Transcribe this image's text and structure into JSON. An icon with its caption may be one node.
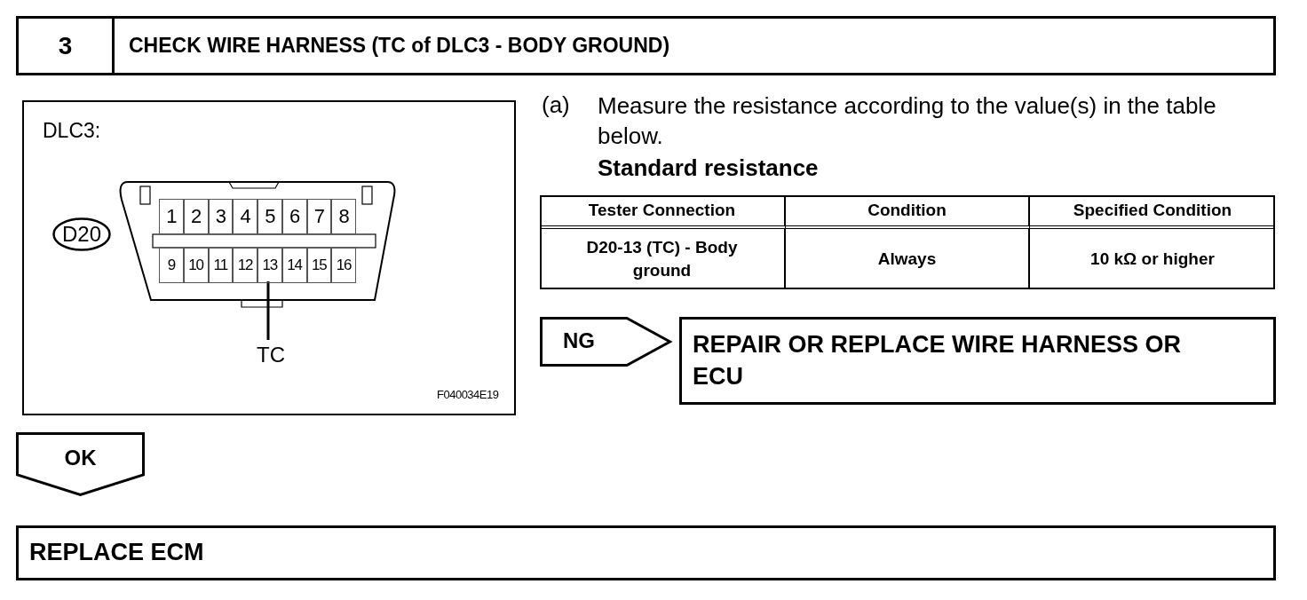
{
  "diagram": {
    "nodes": [
      {
        "text": [
          "3",
          "CHECK WIRE HARNESS (TC of DLC3 - BODY GROUND)"
        ]
      },
      {
        "text": [
          "DLC3:"
        ]
      },
      {
        "text": [
          "D20"
        ],
        "in": 1
      },
      {
        "text": [],
        "shape": "connector",
        "in": 1
      },
      {
        "text": [
          "1"
        ],
        "in": 3
      },
      {
        "text": [
          "2"
        ],
        "in": 3
      },
      {
        "text": [
          "3"
        ],
        "in": 3
      },
      {
        "text": [
          "4"
        ],
        "in": 3
      },
      {
        "text": [
          "5"
        ],
        "in": 3
      },
      {
        "text": [
          "6"
        ],
        "in": 3
      },
      {
        "text": [
          "7"
        ],
        "in": 3
      },
      {
        "text": [
          "8"
        ],
        "in": 3
      },
      {
        "text": [
          "9"
        ],
        "in": 3
      },
      {
        "text": [
          "10"
        ],
        "in": 3
      },
      {
        "text": [
          "11"
        ],
        "in": 3
      },
      {
        "text": [
          "12"
        ],
        "in": 3
      },
      {
        "text": [
          "13"
        ],
        "in": 3
      },
      {
        "text": [
          "14"
        ],
        "in": 3
      },
      {
        "text": [
          "15"
        ],
        "in": 3
      },
      {
        "text": [
          "16"
        ],
        "in": 3
      },
      {
        "text": [
          "TC"
        ],
        "in": 1
      },
      {
        "text": [
          "NG"
        ]
      },
      {
        "text": [
          "REPAIR OR REPLACE WIRE HARNESS OR ECU"
        ]
      },
      {
        "text": [
          "OK"
        ]
      },
      {
        "text": [
          "REPLACE ECM"
        ]
      }
    ],
    "edges": [
      {
        "from": 20,
        "to": 16,
        "arrow": "none"
      }
    ],
    "labels": [
      "F040034E19",
      "(a)",
      "Measure the resistance according to the value(s) in the table below.",
      "Standard resistance",
      "Tester Connection",
      "Condition",
      "Specified Condition",
      "D20-13 (TC) - Body ground",
      "Always",
      "10 kΩ or higher"
    ]
  }
}
